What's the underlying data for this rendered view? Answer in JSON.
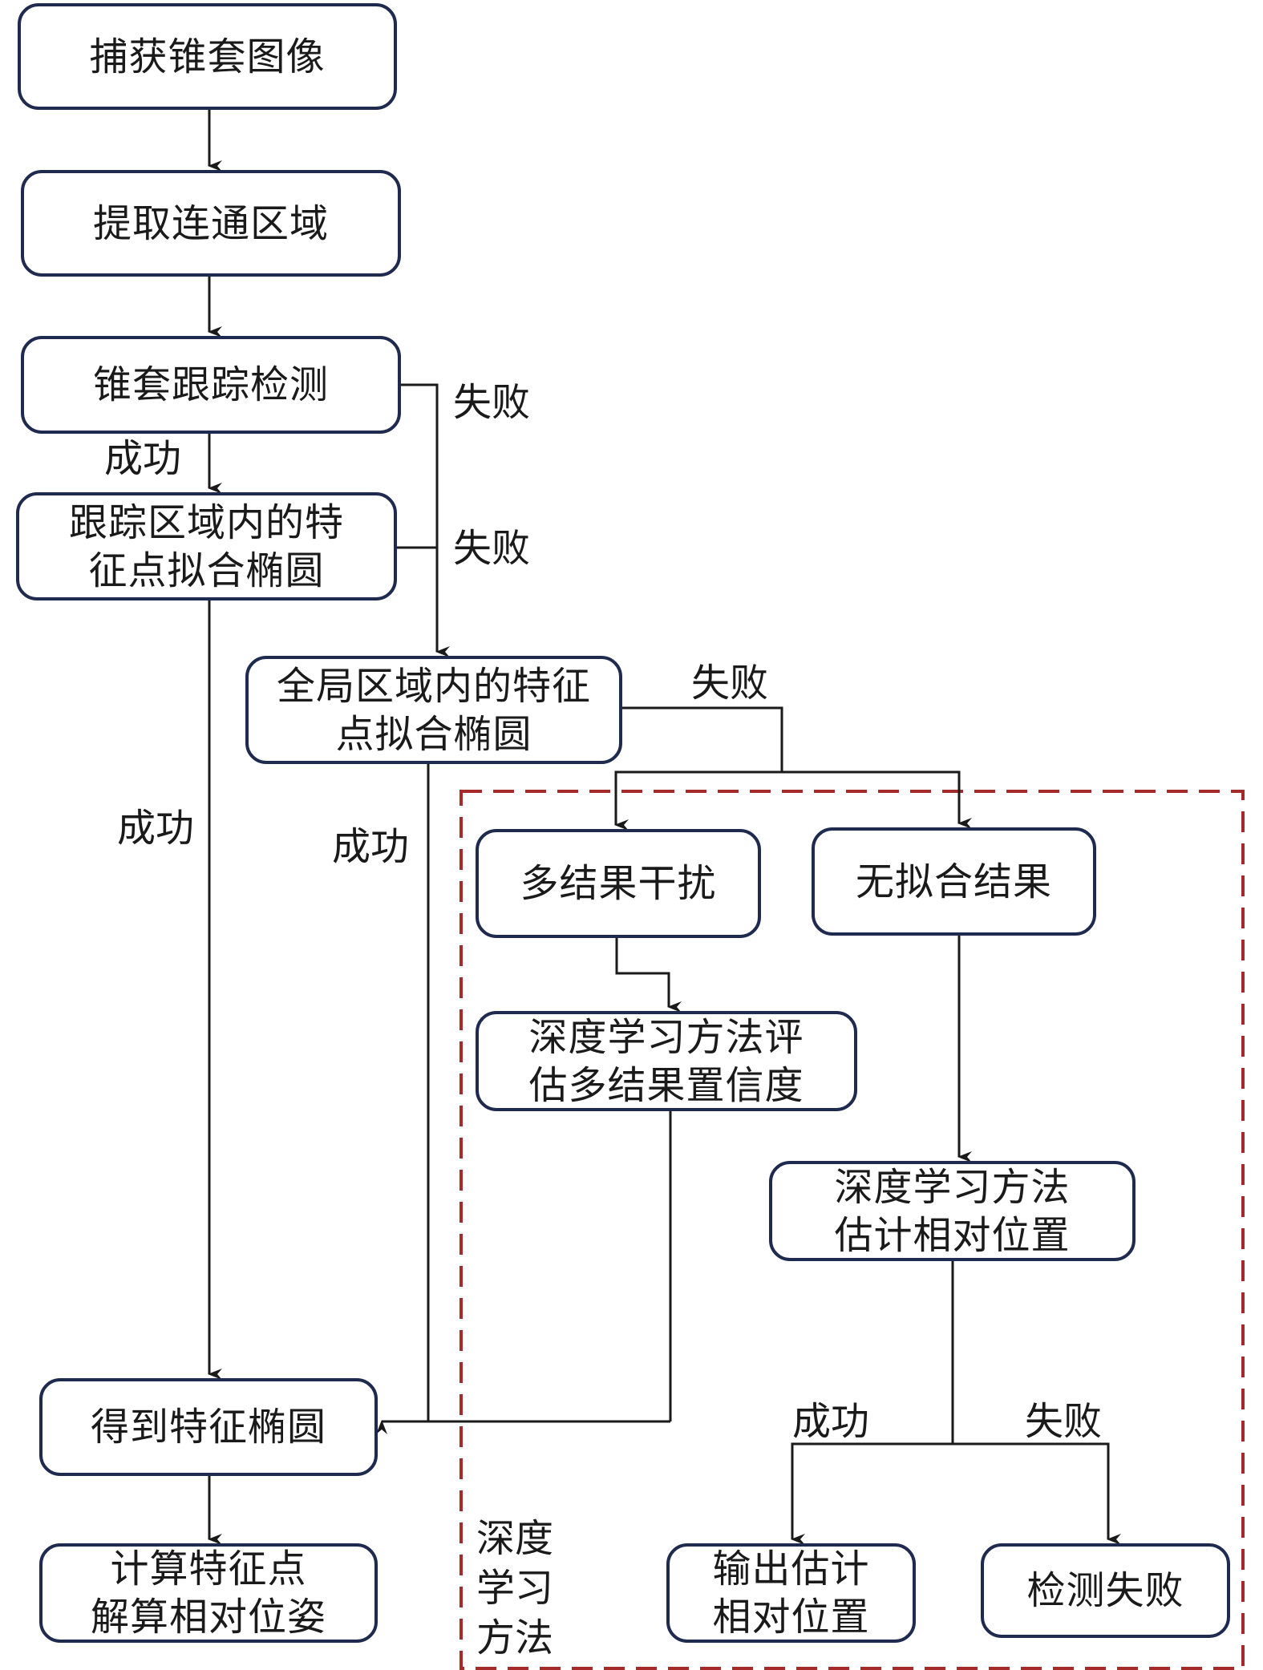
{
  "title": "锥套检测流程图",
  "colors": {
    "box_border": "#1f2a4f",
    "line": "#1a1a1a",
    "dl_region_border": "#a52a2a"
  },
  "nodes": {
    "capture": "捕获锥套图像",
    "extract": "提取连通区域",
    "track": "锥套跟踪检测",
    "fit_track": "跟踪区域内的特\n征点拟合椭圆",
    "fit_global": "全局区域内的特征\n点拟合椭圆",
    "multi_result": "多结果干扰",
    "no_fit": "无拟合结果",
    "dl_confidence": "深度学习方法评\n估多结果置信度",
    "dl_estimate": "深度学习方法\n估计相对位置",
    "get_ellipse": "得到特征椭圆",
    "compute_pose": "计算特征点\n解算相对位姿",
    "output_pos": "输出估计\n相对位置",
    "detect_fail": "检测失败"
  },
  "edge_labels": {
    "track_fail": "失败",
    "track_success": "成功",
    "fit_track_fail": "失败",
    "fit_track_success": "成功",
    "fit_global_fail": "失败",
    "fit_global_success": "成功",
    "dl_success": "成功",
    "dl_fail": "失败"
  },
  "region_label": "深度\n学习\n方法"
}
